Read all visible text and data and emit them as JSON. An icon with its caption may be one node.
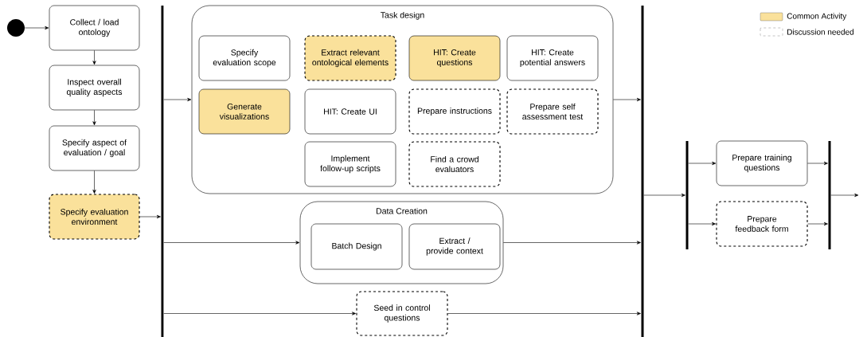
{
  "diagram": {
    "nodes": [
      {
        "text": [],
        "shape": "circle"
      },
      {
        "text": [
          "Collect / load ontology"
        ]
      },
      {
        "text": [
          "Inspect overall quality aspects"
        ]
      },
      {
        "text": [
          "Specify aspect of evaluation / goal"
        ]
      },
      {
        "text": [
          "Specify evaluation environment"
        ]
      },
      {
        "text": [],
        "shape": "bar"
      },
      {
        "text": [
          "Task design"
        ]
      },
      {
        "text": [
          "Specify evaluation scope"
        ],
        "in": 6
      },
      {
        "text": [
          "Extract relevant ontological elements"
        ],
        "in": 6
      },
      {
        "text": [
          "HIT: Create questions"
        ],
        "in": 6
      },
      {
        "text": [
          "HIT: Create potential answers"
        ],
        "in": 6
      },
      {
        "text": [
          "Generate visualizations"
        ],
        "in": 6
      },
      {
        "text": [
          "HIT: Create UI"
        ],
        "in": 6
      },
      {
        "text": [
          "Prepare instructions"
        ],
        "in": 6
      },
      {
        "text": [
          "Prepare self assessment test"
        ],
        "in": 6
      },
      {
        "text": [
          "Implement follow-up scripts"
        ],
        "in": 6
      },
      {
        "text": [
          "Find a crowd evaluators"
        ],
        "in": 6
      },
      {
        "text": [
          "Data Creation"
        ]
      },
      {
        "text": [
          "Batch Design"
        ],
        "in": 17
      },
      {
        "text": [
          "Extract / provide context"
        ],
        "in": 17
      },
      {
        "text": [
          "Seed in control questions"
        ]
      },
      {
        "text": [],
        "shape": "bar"
      },
      {
        "text": [],
        "shape": "bar"
      },
      {
        "text": [
          "Prepare training questions"
        ]
      },
      {
        "text": [
          "Prepare feedback form"
        ]
      },
      {
        "text": [],
        "shape": "bar"
      }
    ],
    "edges": [
      {
        "from": 0,
        "to": 1,
        "arrow": "to"
      },
      {
        "from": 1,
        "to": 2,
        "arrow": "to"
      },
      {
        "from": 2,
        "to": 3,
        "arrow": "to"
      },
      {
        "from": 3,
        "to": 4,
        "arrow": "to"
      },
      {
        "from": 4,
        "to": 5,
        "arrow": "to"
      },
      {
        "from": 5,
        "to": 6,
        "arrow": "to"
      },
      {
        "from": 5,
        "to": 17,
        "arrow": "to"
      },
      {
        "from": 5,
        "to": 20,
        "arrow": "to"
      },
      {
        "from": 6,
        "to": 21,
        "arrow": "to"
      },
      {
        "from": 17,
        "to": 21,
        "arrow": "to"
      },
      {
        "from": 20,
        "to": 21,
        "arrow": "to"
      },
      {
        "from": 21,
        "to": 22,
        "arrow": "to"
      },
      {
        "from": 22,
        "to": 23,
        "arrow": "to"
      },
      {
        "from": 22,
        "to": 24,
        "arrow": "to"
      },
      {
        "from": 23,
        "to": 25,
        "arrow": "to"
      },
      {
        "from": 24,
        "to": 25,
        "arrow": "to"
      },
      {
        "from": 25,
        "to": null,
        "arrow": "to"
      }
    ],
    "legend": [
      {
        "text": "Common Activity",
        "color": "#fae19b"
      },
      {
        "text": "Discussion needed"
      }
    ]
  }
}
